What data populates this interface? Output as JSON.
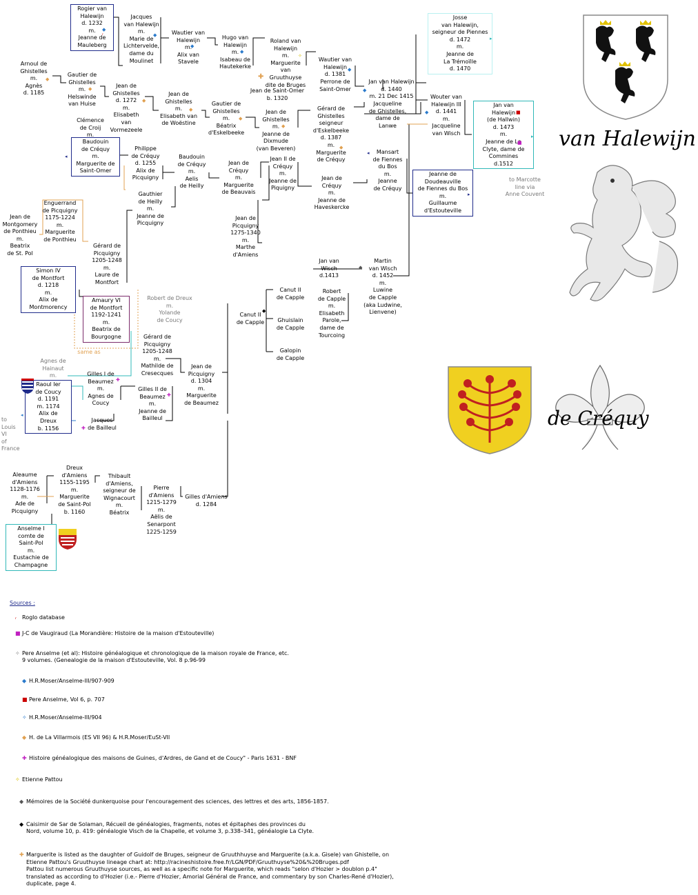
{
  "title_halewijn": "van Halewijn",
  "title_crequy": "de Créquy",
  "colors": {
    "line": "#000000",
    "orange": "#e0a050",
    "cyan": "#2fb8b8",
    "blue": "#1e2a8a",
    "purple": "#7a2a6a"
  },
  "people": [
    {
      "t": "Rogier van\nHalewijn\nd. 1232\nm.\nJeanne de\nMauleberg"
    },
    {
      "t": "Jacques\nvan Halewijn\nm.\nMarie de\nLichtervelde,\ndame du\nMoulinet"
    },
    {
      "t": "Wautier van\nHalewijn\nm.\nAlix van\nStavele"
    },
    {
      "t": "Hugo van\nHalewijn\nm.\nIsabeau de\nHautekerke"
    },
    {
      "t": "Roland van\nHalewijn\nm.\nMarguerite\nvan Gruuthuyse\ndite de Bruges"
    },
    {
      "t": "Wautier van\nHalewijn\nd. 1381"
    },
    {
      "t": "Perrone de\nSaint-Omer"
    },
    {
      "t": "Jean de Saint-Omer\nb. 1320"
    },
    {
      "t": "Jan van Halewijn\nd. 1440\nm. 21 Dec 1415"
    },
    {
      "t": "Jacqueline\nde Ghistelles,\ndame de\nLanwe"
    },
    {
      "t": "Josse\nvan Halewijn,\nseigneur de Piennes\nd. 1472\nm.\nJeanne de\nLa Trémoïlle\nd. 1470"
    },
    {
      "t": "Wouter van\nHalewijn III\nd. 1441\nm.\nJacqueline\nvan Wisch"
    },
    {
      "t": "Jan van\nHalewijn\n(de Hallwin)\nd. 1473\nm.\nJeanne de La\nClyte, dame de\nCommines\nd.1512"
    },
    {
      "t": "to Marcotte\nline via\nAnne Couvent"
    },
    {
      "t": "Arnoul de\nGhistelles\nm.\nAgnès\nd. 1185"
    },
    {
      "t": "Gautier de\nGhistelles\nm.\nHelswinde\nvan Huise"
    },
    {
      "t": "Jean de\nGhistelles\nd. 1272\nm.\nElisabeth van\nVormezeele"
    },
    {
      "t": "Jean de\nGhistelles\nm.\nElisabeth van\nde Woëstine"
    },
    {
      "t": "Gautier de\nGhistelles\nm.\nBéatrix\nd'Eskelbeeke"
    },
    {
      "t": "Jean de\nGhistelles\nm.\nJeanne de\nDixmude\n(van Beveren)"
    },
    {
      "t": "Gérard de\nGhistelles\nseigneur\nd'Eskelbeeke\nd. 1387\nm.\nMarguerite\nde Créquy"
    },
    {
      "t": "Clémence\nde Croij\nm."
    },
    {
      "t": "Baudouin\nde Créquy\nm.\nMarguerite de\nSaint-Omer"
    },
    {
      "t": "Philippe\nde Créquy\nd. 1255\nAlix de\nPicquigny"
    },
    {
      "t": "Baudouin\nde Créquy\nm.\nAelis\nde Heilly"
    },
    {
      "t": "Jean de\nCréquy\nm.\nMarguerite\nde Beauvais"
    },
    {
      "t": "Jean II de\nCréquy\nm.\nJeanne de\nPiquigny"
    },
    {
      "t": "Jean de\nCréquy\nm.\nJeanne de\nHaveskercke"
    },
    {
      "t": "Mansart\nde Fiennes\ndu Bos\nm.\nJeanne\nde Créquy"
    },
    {
      "t": "Jeanne de\nDoudeauville\nde Fiennes du Bos\nm.\nGuillaume\nd'Estouteville"
    },
    {
      "t": "Gauthier\nde Heilly\nm.\nJeanne de\nPicquigny"
    },
    {
      "t": "Jean de\nMontgomery\nde Ponthieu\nm.\nBeatrix\nde St. Pol"
    },
    {
      "t": "Enguerrand\nde Picquigny\n1175-1224\nm.\nMarguerite\nde Ponthieu"
    },
    {
      "t": "Gérard de\nPicquigny\n1205-1248\nm.\nLaure de\nMontfort"
    },
    {
      "t": "Jean de\nPicquigny\n1275-1340\nm.\nMarthe\nd'Amiens"
    },
    {
      "t": "Simon IV\nde Montfort\nd. 1218\nm.\nAlix de\nMontmorency"
    },
    {
      "t": "Amaury VI\nde Montfort\n1192-1241\nm.\nBeatrix de\nBourgogne"
    },
    {
      "t": "Robert de Dreux\nm.\nYolande\nde Coucy"
    },
    {
      "t": "same as"
    },
    {
      "t": "Jan van\nWisch\nd.1413"
    },
    {
      "t": "Martin\nvan Wisch\nd. 1452\nm.\nLuwine\nde Capple\n(aka Ludwine,\nLienvene)"
    },
    {
      "t": "Canut II\nde Capple"
    },
    {
      "t": "Robert\nde Capple\nm.\nElisabeth\nParole,\ndame de\nTourcoing"
    },
    {
      "t": "Canut II\nde Capple"
    },
    {
      "t": "Ghuislain\nde Capple"
    },
    {
      "t": "Galopin\nde Capple"
    },
    {
      "t": "Gérard de\nPicquigny\n1205-1248\nm.\nMathilde de\nCresecques"
    },
    {
      "t": "Agnes de\nHainaut\nm."
    },
    {
      "t": "Raoul Ier\nde Coucy\nd. 1191\nm. 1174\nAlix de\nDreux\nb. 1156"
    },
    {
      "t": "to\nLouis\nVI\nof\nFrance"
    },
    {
      "t": "Gilles I de\nBeaumez\nm.\nAgnes de\nCoucy"
    },
    {
      "t": "Gilles II de\nBeaumez\nm.\nJeanne de\nBailleul"
    },
    {
      "t": "Jacques\nde Bailleul"
    },
    {
      "t": "Jean de\nPicquigny\nd. 1304\nm.\nMarguerite\nde Beaumez"
    },
    {
      "t": "Aleaume\nd'Amiens\n1128-1176\nm.\nAde de\nPicquigny"
    },
    {
      "t": "Dreux\nd'Amiens\n1155-1195\nm.\nMarguerite\nde Saint-Pol\nb. 1160"
    },
    {
      "t": "Thibault\nd'Amiens,\nseigneur de\nWignacourt\nm.\nBéatrix"
    },
    {
      "t": "Pierre\nd'Amiens\n1215-1279\nm.\nAëlis de\nSenarpont\n1225-1259"
    },
    {
      "t": "Gilles d'Amiens\nd. 1284"
    },
    {
      "t": "Anselme I\ncomte de\nSaint-Pol\nm.\nEustachie de\nChampagne"
    }
  ],
  "sources": {
    "heading": "Sources :",
    "items": [
      {
        "icon": "roglo-icon",
        "text": "Roglo database"
      },
      {
        "icon": "square-icon",
        "text": "J-C de Vaugiraud (La Morandière: Histoire de la maison d'Estouteville)"
      },
      {
        "icon": "star-icon",
        "text": "Pere Anselme (et al): Histoire généalogique et chronologique de la maison royale de France, etc.\n9 volumes.  (Genealogie de la maison d'Estouteville, Vol. 8 p.96-99"
      },
      {
        "icon": "blue-diamond-icon",
        "text": "H.R.Moser/Anselme-III/907-909"
      },
      {
        "icon": "red-square-icon",
        "text": "Pere Anselme, Vol 6, p. 707"
      },
      {
        "icon": "blue-star-icon",
        "text": "H.R.Moser/Anselme-III/904"
      },
      {
        "icon": "orange-diamond-icon",
        "text": "H. de La Villarmois (ES VII 96) & H.R.Moser/EuSt-VII"
      },
      {
        "icon": "plus-icon",
        "text": "Histoire généalogique des maisons de Guines, d'Ardres, de Gand et de Coucy\" - Paris 1631 - BNF"
      },
      {
        "icon": "yellow-star-icon",
        "text": "Etienne Pattou"
      },
      {
        "icon": "diamond-icon",
        "text": "Mémoires de la Société dunkerquoise pour l'encouragement des sciences, des lettres et des arts, 1856-1857."
      },
      {
        "icon": "black-diamond-icon",
        "text": "Caisimir de Sar de Solaman, Récueil de généalogies, fragments, notes et épitaphes des provinces du\nNord, volume 10, p. 419: généalogie Visch de la Chapelle, et volume 3, p.338–341, généalogie La Clyte."
      },
      {
        "icon": "orange-plus-icon",
        "text": "Marguerite is listed as the daughter of Guidolf de Bruges, seigneur de Gruuthhuyse and Marguerite (a.k.a. Gisele) van Ghistelle, on\nEtienne Pattou's Gruuthuyse lineage chart at: http://racineshistoire.free.fr/LGN/PDF/Gruuthuyse%20&%20Bruges.pdf\nPattou list numerous Gruuthuyse sources, as well as a specific note for Marguerite, which reads \"selon d'Hozier > doublon p.4\"\ntranslated as according to d'Hozier (i.e.- Pierre d'Hozier, Amorial Général de France, and commentary by son Charles-René d'Hozier),\nduplicate, page 4."
      }
    ]
  }
}
